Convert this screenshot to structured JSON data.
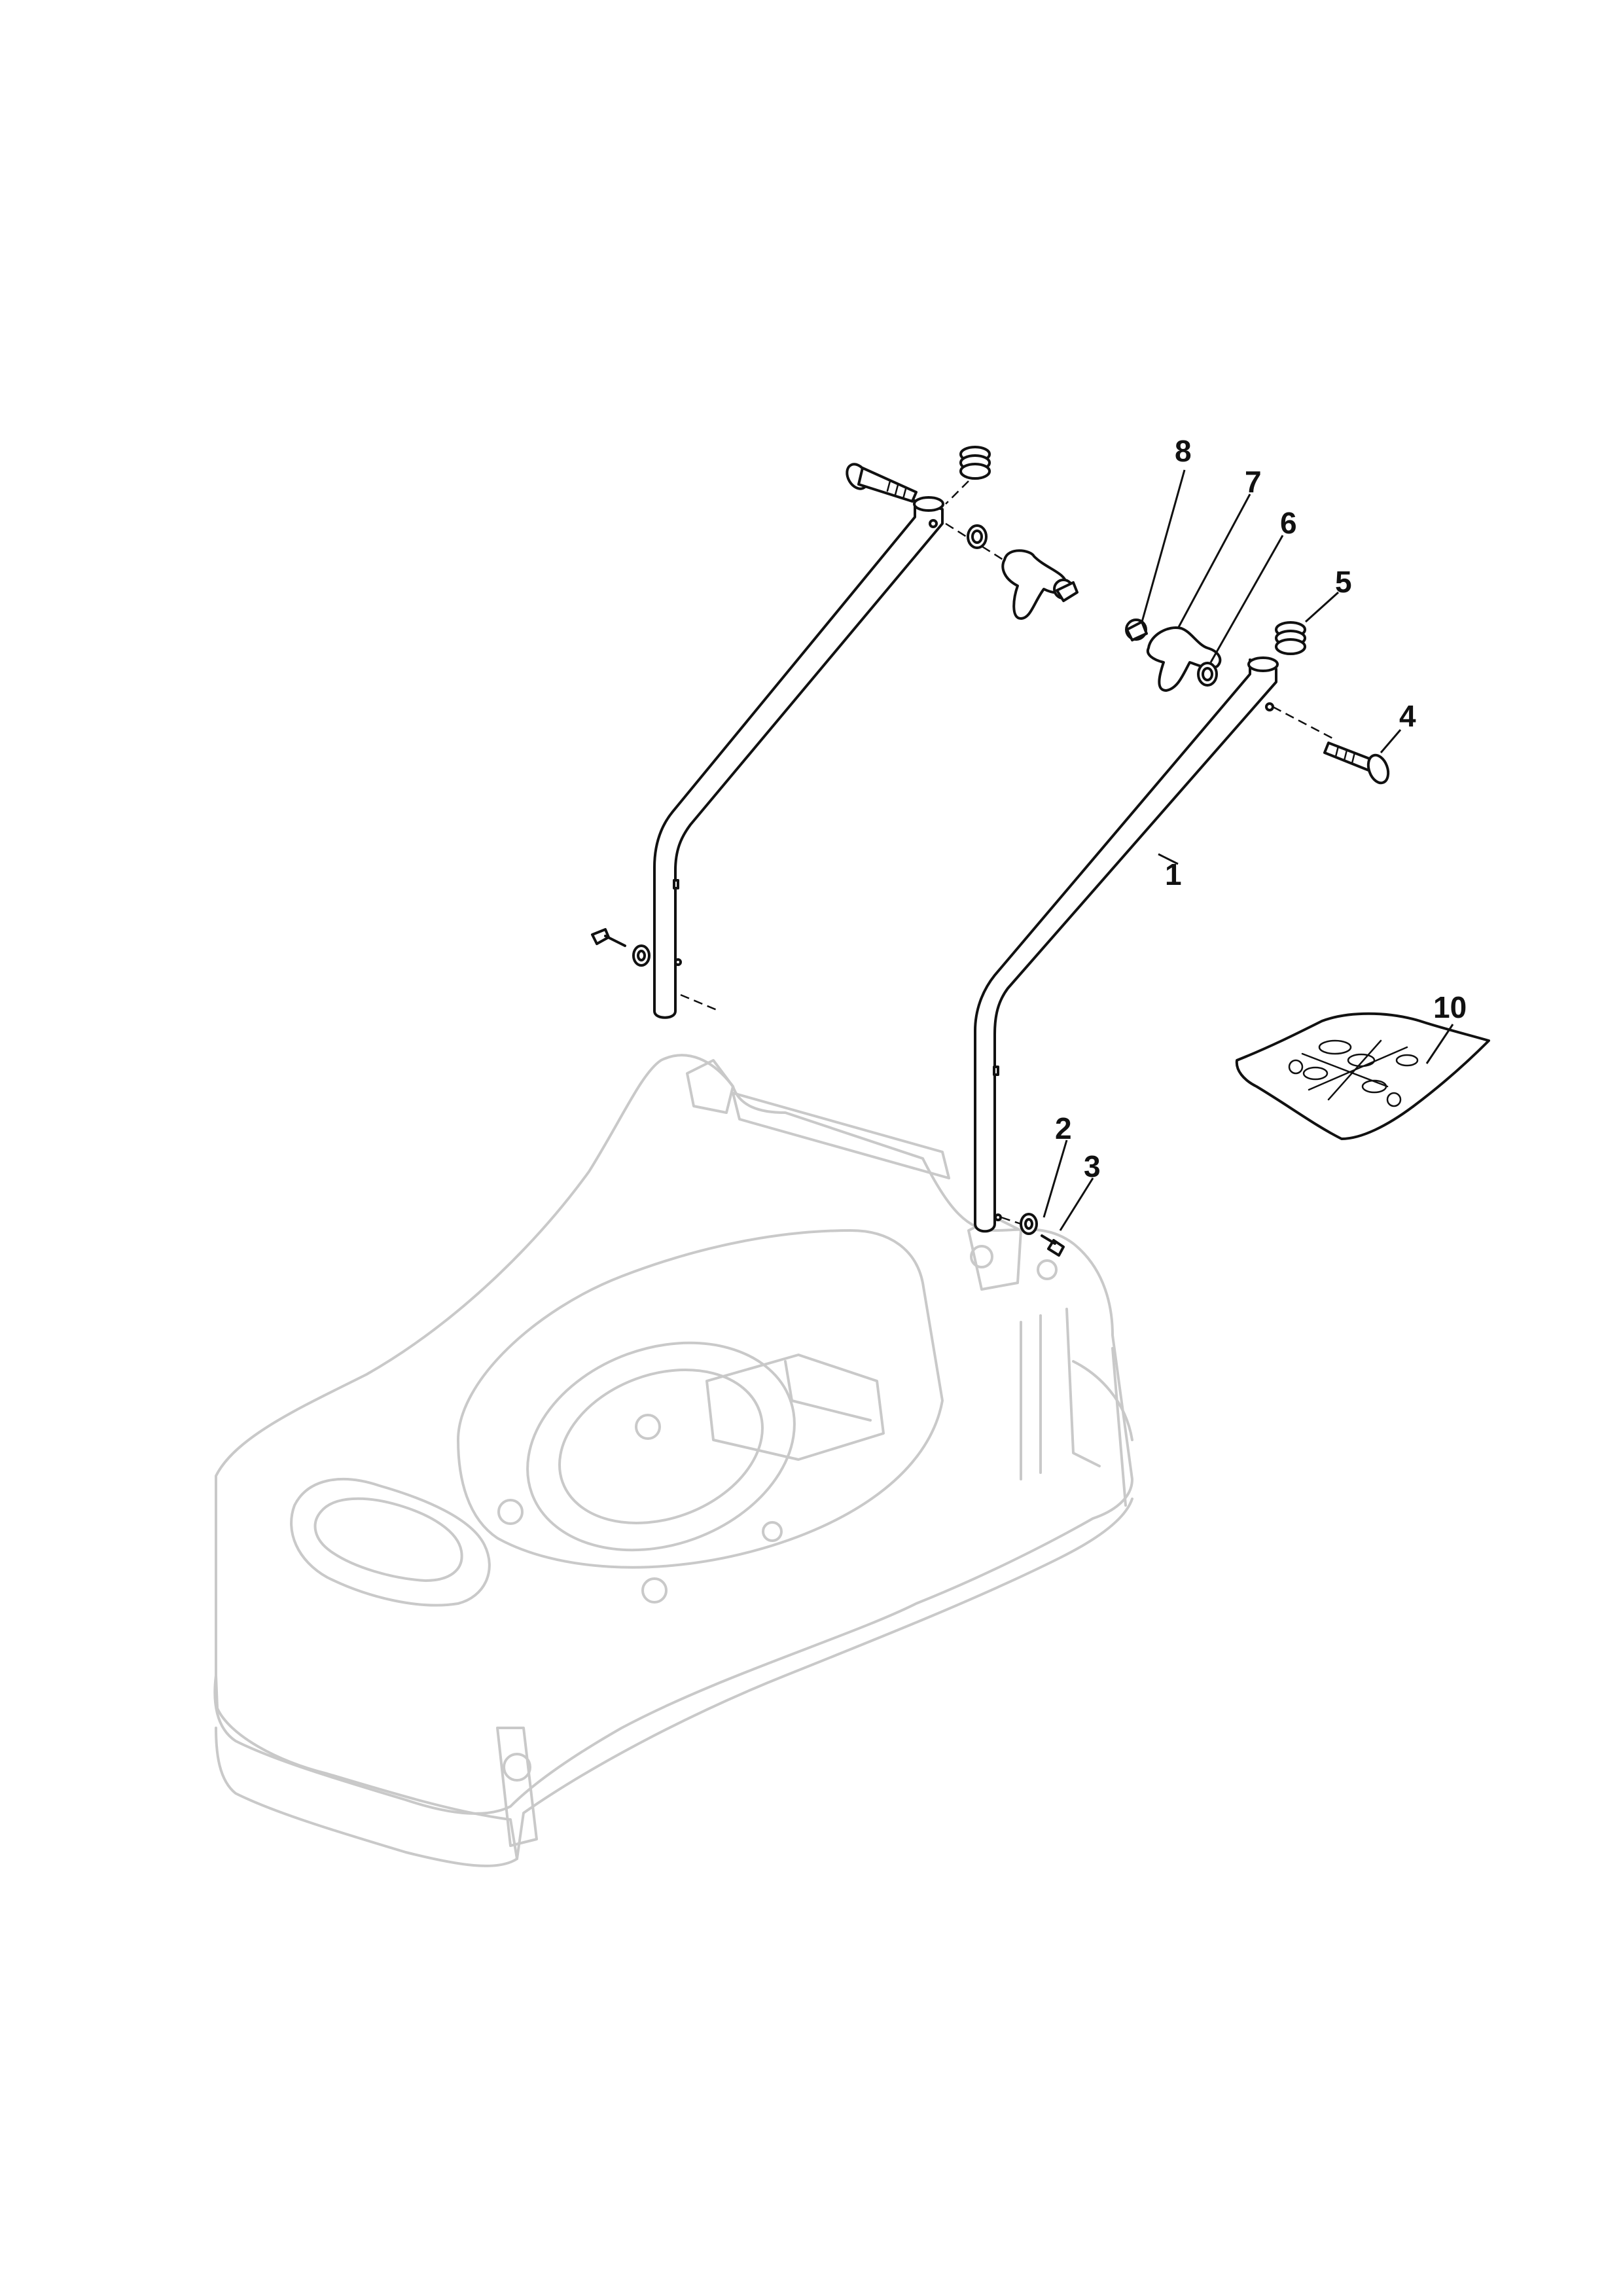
{
  "callouts": [
    {
      "id": "1",
      "label": "1"
    },
    {
      "id": "2",
      "label": "2"
    },
    {
      "id": "3",
      "label": "3"
    },
    {
      "id": "4",
      "label": "4"
    },
    {
      "id": "5",
      "label": "5"
    },
    {
      "id": "6",
      "label": "6"
    },
    {
      "id": "7",
      "label": "7"
    },
    {
      "id": "8",
      "label": "8"
    },
    {
      "id": "10",
      "label": "10"
    }
  ],
  "colors": {
    "parts": "#111111",
    "deck_ghost": "#c9c9c9",
    "background": "#ffffff"
  }
}
